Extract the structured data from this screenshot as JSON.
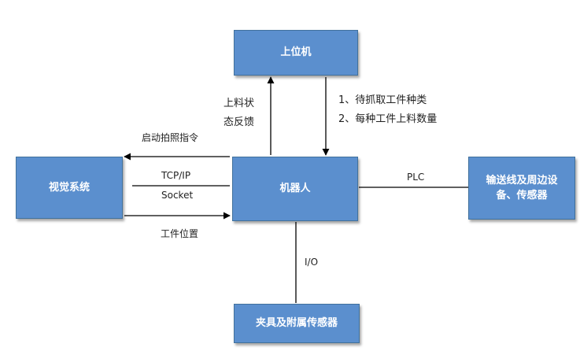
{
  "nodes": {
    "host": "上位机",
    "vision": "视觉系统",
    "robot": "机器人",
    "conveyor_line1": "输送线及周边设",
    "conveyor_line2": "备、传感器",
    "fixture": "夹具及附属传感器"
  },
  "edge_labels": {
    "feedback_line1": "上料状",
    "feedback_line2": "态反馈",
    "host_cmd_line1": "1、待抓取工件种类",
    "host_cmd_line2": "2、每种工件上料数量",
    "photo_cmd": "启动拍照指令",
    "tcpip": "TCP/IP",
    "socket": "Socket",
    "position": "工件位置",
    "plc": "PLC",
    "io": "I/O"
  }
}
